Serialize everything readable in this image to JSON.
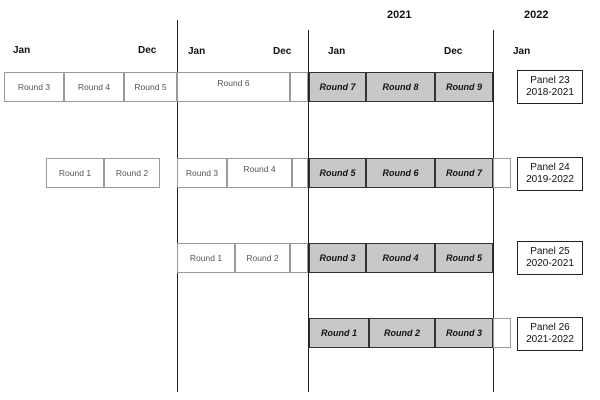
{
  "years": {
    "y2021": "2021",
    "y2022": "2022"
  },
  "months": {
    "jan": "Jan",
    "dec": "Dec"
  },
  "panels": [
    {
      "name": "Panel 23",
      "years": "2018-2021",
      "rounds": [
        "Round 3",
        "Round 4",
        "Round 5",
        "Round 6",
        "",
        "Round 7",
        "Round 8",
        "Round 9"
      ]
    },
    {
      "name": "Panel 24",
      "years": "2019-2022",
      "rounds": [
        "Round 1",
        "Round 2",
        "Round 3",
        "Round 4",
        "",
        "Round 5",
        "Round 6",
        "Round 7",
        ""
      ]
    },
    {
      "name": "Panel 25",
      "years": "2020-2021",
      "rounds": [
        "Round 1",
        "Round 2",
        "",
        "Round 3",
        "Round 4",
        "Round 5"
      ]
    },
    {
      "name": "Panel 26",
      "years": "2021-2022",
      "rounds": [
        "Round 1",
        "Round 2",
        "Round 3",
        ""
      ]
    }
  ]
}
